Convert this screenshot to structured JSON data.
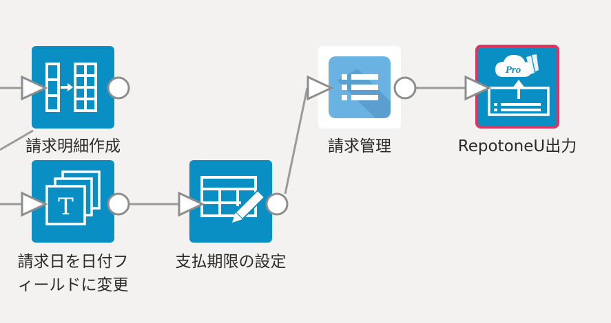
{
  "nodes": [
    {
      "id": "meisai",
      "label_lines": [
        "請求明細作成"
      ],
      "icon": "table-transform-icon",
      "color": "#0a8fc5"
    },
    {
      "id": "date-field",
      "label_lines": [
        "請求日を日付フ",
        "ィールドに変更"
      ],
      "icon": "text-field-icon",
      "color": "#0a8fc5"
    },
    {
      "id": "due-date",
      "label_lines": [
        "支払期限の設定"
      ],
      "icon": "table-edit-icon",
      "color": "#0a8fc5"
    },
    {
      "id": "kanri",
      "label_lines": [
        "請求管理"
      ],
      "icon": "list-app-icon",
      "color": "#6ab2e2"
    },
    {
      "id": "repotone",
      "label_lines": [
        "RepotoneU出力"
      ],
      "icon": "cloud-upload-icon",
      "color": "#0a8fc5",
      "selected": true,
      "badge": "Pro"
    }
  ],
  "edges": [
    {
      "from": "external",
      "to": "meisai"
    },
    {
      "from": "external",
      "to": "date-field"
    },
    {
      "from": "date-field",
      "to": "due-date"
    },
    {
      "from": "due-date",
      "to": "kanri"
    },
    {
      "from": "kanri",
      "to": "repotone"
    }
  ],
  "colors": {
    "background": "#f4f1f1",
    "connector": "#9a9a9a",
    "selected_border": "#e0345e"
  }
}
